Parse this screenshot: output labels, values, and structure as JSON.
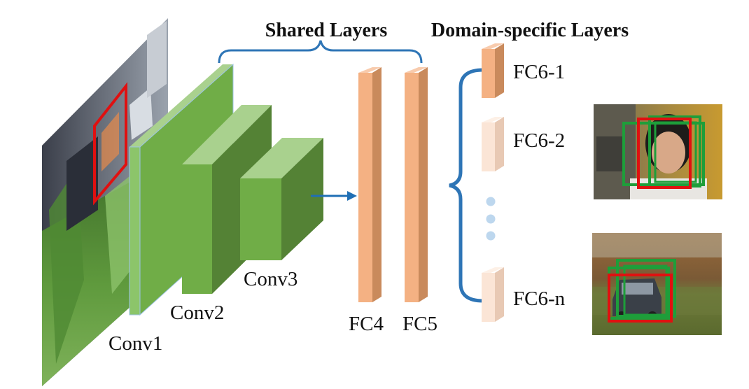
{
  "labels": {
    "shared_layers": "Shared Layers",
    "domain_specific_layers": "Domain-specific Layers",
    "conv1": "Conv1",
    "conv2": "Conv2",
    "conv3": "Conv3",
    "fc4": "FC4",
    "fc5": "FC5",
    "fc6_1": "FC6-1",
    "fc6_2": "FC6-2",
    "fc6_n": "FC6-n"
  },
  "colors": {
    "conv_front": "#70ad47",
    "conv_top": "#a9d18e",
    "conv_side": "#548235",
    "fc_front": "#f4b183",
    "fc_side": "#c98a5c",
    "fc_light": "#fbe5d6",
    "fc_light_side": "#e8c9b4",
    "brace": "#2e75b6",
    "arrow": "#1f6fb5",
    "dots": "#bdd7ee",
    "bbox_red": "#e01010",
    "bbox_green": "#1e9e3a"
  },
  "icons": {
    "input_frame": "input-image-icon",
    "face_frame": "face-tracking-frame-icon",
    "car_frame": "car-tracking-frame-icon"
  }
}
